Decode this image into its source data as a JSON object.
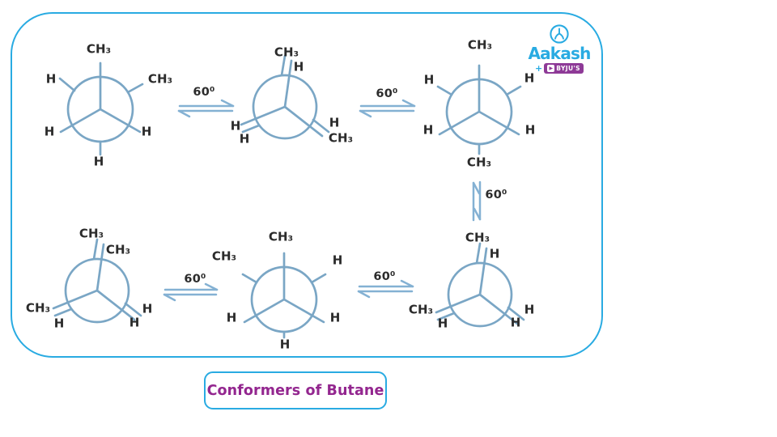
{
  "colors": {
    "accent_blue": "#29abe2",
    "bond_blue": "#7aa6c5",
    "arrow_blue": "#84b1d3",
    "label_dark": "#2b2b2b",
    "caption_purple": "#93268f",
    "badge_purple": "#8e3a97"
  },
  "brand": {
    "icon": "aakash-circle-icon",
    "name": "Aakash",
    "plus": "+",
    "play_icon": "▶",
    "byjus": "BYJU'S"
  },
  "caption": "Conformers of Butane",
  "projections": [
    {
      "conformer": "gauche",
      "labels": [
        "CH₃",
        "H",
        "CH₃",
        "H",
        "H",
        "H"
      ]
    },
    {
      "conformer": "eclipsed",
      "labels": [
        "CH₃",
        "H",
        "H",
        "H",
        "H",
        "CH₃"
      ]
    },
    {
      "conformer": "anti",
      "labels": [
        "CH₃",
        "H",
        "H",
        "H",
        "H",
        "CH₃"
      ]
    },
    {
      "conformer": "fully-eclipsed",
      "labels": [
        "CH₃",
        "CH₃",
        "CH₃",
        "H",
        "H",
        "H"
      ]
    },
    {
      "conformer": "gauche-2",
      "labels": [
        "CH₃",
        "CH₃",
        "H",
        "H",
        "H",
        "H"
      ]
    },
    {
      "conformer": "eclipsed-2",
      "labels": [
        "CH₃",
        "H",
        "CH₃",
        "H",
        "H",
        "H"
      ]
    }
  ],
  "arrows": [
    {
      "label": "60⁰"
    },
    {
      "label": "60⁰"
    },
    {
      "label": "60⁰"
    },
    {
      "label": "60⁰"
    },
    {
      "label": "60⁰"
    }
  ]
}
